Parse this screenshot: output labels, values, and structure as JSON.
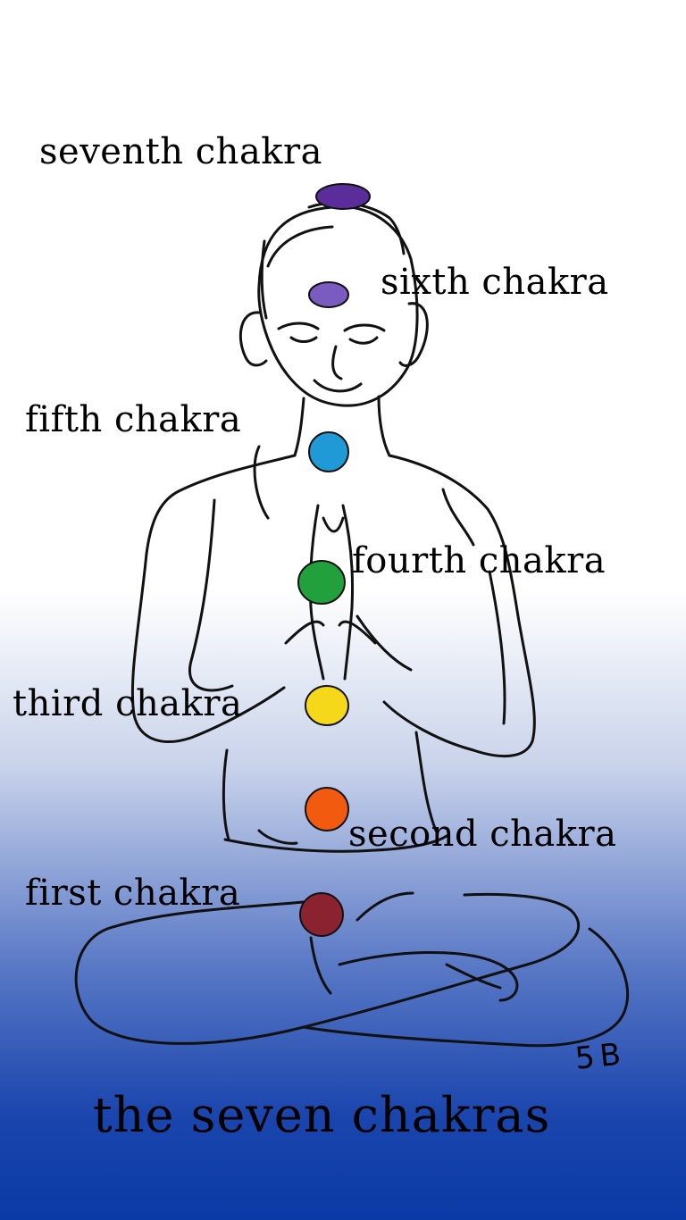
{
  "labels": {
    "seventh": "seventh chakra",
    "sixth": "sixth chakra",
    "fifth": "fifth chakra",
    "fourth": "fourth chakra",
    "third": "third chakra",
    "second": "second chakra",
    "first": "first chakra"
  },
  "caption": "the seven chakras",
  "signature": "5B",
  "colors": {
    "seventh": "#5a2d9a",
    "sixth": "#7a5cc0",
    "fifth": "#1f9ad6",
    "fourth": "#22a03c",
    "third": "#f5d81a",
    "second": "#f25a10",
    "first": "#8a2230",
    "outline": "#111111",
    "background_top": "#ffffff",
    "background_bottom": "#0a3aa6"
  }
}
